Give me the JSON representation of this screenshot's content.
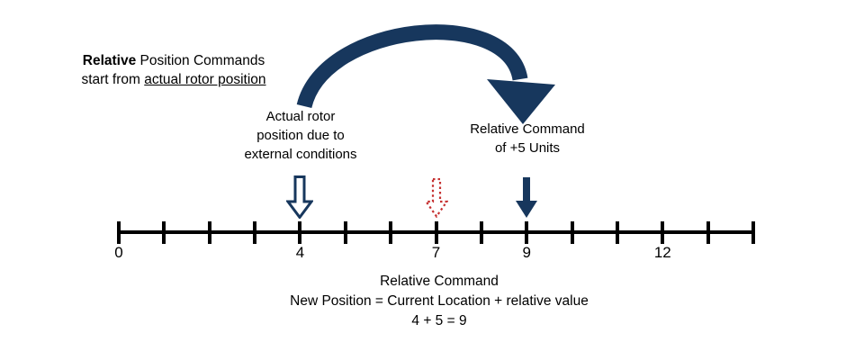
{
  "colors": {
    "navy": "#17375d",
    "red": "#c53030",
    "line": "#000000",
    "background": "#ffffff"
  },
  "intro_note": {
    "line1_bold": "Relative",
    "line1_rest": " Position Commands",
    "line2_start": "start from ",
    "line2_underlined": "actual rotor position"
  },
  "callouts": {
    "actual_rotor": {
      "line1": "Actual rotor",
      "line2": "position due to",
      "line3": "external conditions"
    },
    "relative_command": {
      "line1": "Relative Command",
      "line2": "of +5 Units"
    }
  },
  "number_line": {
    "min": 0,
    "max": 14,
    "labeled_ticks": [
      {
        "value": 0,
        "label": "0"
      },
      {
        "value": 4,
        "label": "4"
      },
      {
        "value": 7,
        "label": "7"
      },
      {
        "value": 9,
        "label": "9"
      },
      {
        "value": 12,
        "label": "12"
      }
    ],
    "markers": [
      {
        "value": 4,
        "style": "outline",
        "color": "navy",
        "icon": "down-arrow-outline-icon"
      },
      {
        "value": 7,
        "style": "dotted",
        "color": "red",
        "icon": "down-arrow-dotted-icon"
      },
      {
        "value": 9,
        "style": "solid",
        "color": "navy",
        "icon": "down-arrow-solid-icon"
      }
    ]
  },
  "arc": {
    "icon": "curved-arrow",
    "from_value": 4,
    "to_value": 9
  },
  "footer": {
    "line1": "Relative Command",
    "line2": "New Position = Current Location + relative value",
    "line3": "4 + 5 = 9"
  }
}
